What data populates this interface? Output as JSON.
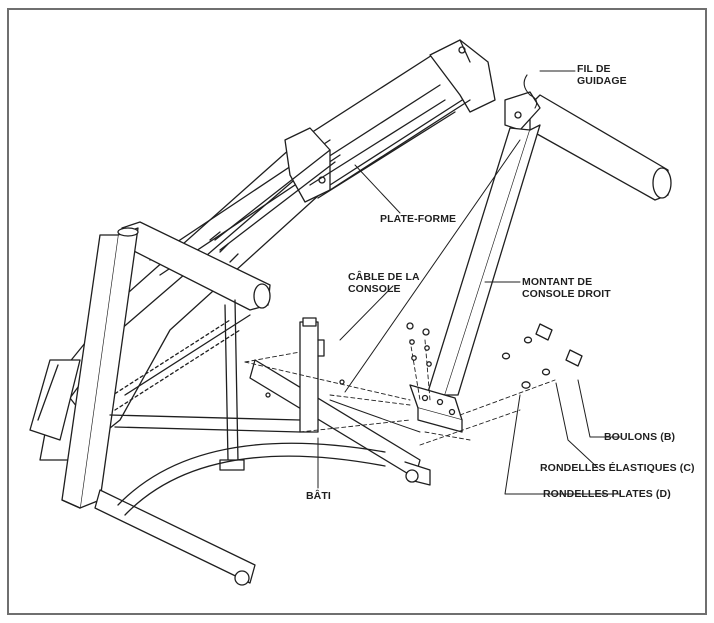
{
  "diagram": {
    "labels": {
      "guide_wire_line1": "FIL DE",
      "guide_wire_line2": "GUIDAGE",
      "platform": "PLATE-FORME",
      "console_cable_line1": "CÂBLE DE LA",
      "console_cable_line2": "CONSOLE",
      "right_upright_line1": "MONTANT DE",
      "right_upright_line2": "CONSOLE DROIT",
      "bolts": "BOULONS (B)",
      "lock_washers": "RONDELLES ÉLASTIQUES (C)",
      "flat_washers": "RONDELLES PLATES (D)",
      "base": "BÂTI"
    }
  },
  "colors": {
    "frame_border": "#6f6f6f",
    "line_art": "#1f1f1f",
    "parts_fill": "#ffffff",
    "shade": "#d9d9d9"
  }
}
